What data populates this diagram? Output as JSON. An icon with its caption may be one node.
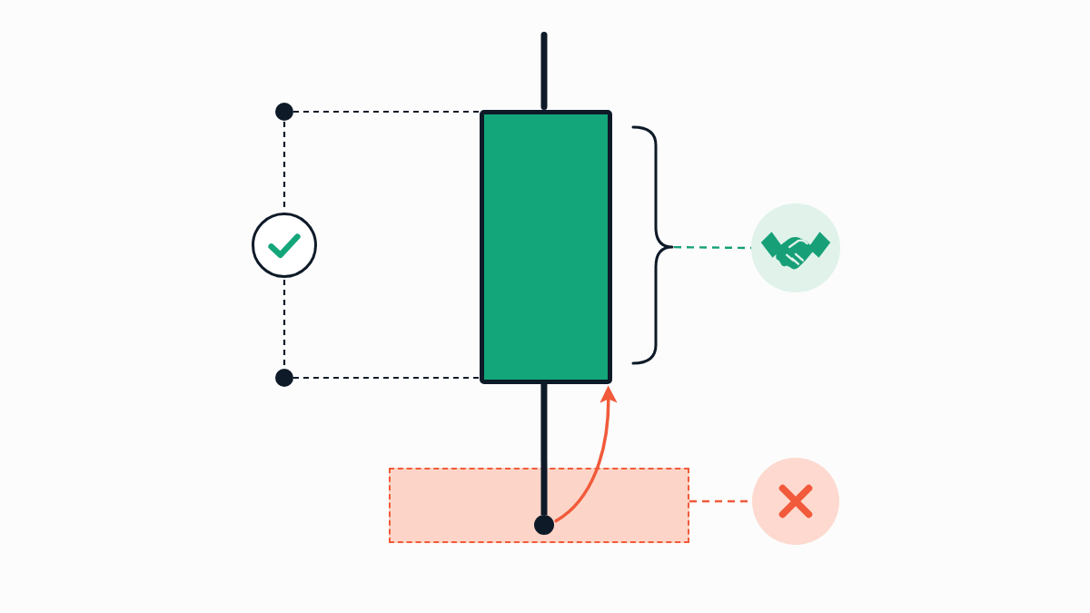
{
  "diagram": {
    "nodes": [
      {
        "text": [],
        "shape": "box"
      },
      {
        "text": [],
        "shape": "circle"
      },
      {
        "text": [],
        "shape": "bracket"
      },
      {
        "text": [],
        "shape": "picture"
      },
      {
        "text": [],
        "shape": "box"
      },
      {
        "text": [],
        "shape": "circle",
        "in": 4
      },
      {
        "text": [],
        "shape": "circle"
      }
    ],
    "edges": [
      {
        "from": 2,
        "to": 3,
        "arrow": "none",
        "style": "dashed",
        "color": "#16a077"
      },
      {
        "from": 5,
        "to": 0,
        "arrow": "to",
        "color": "#f15a3a"
      },
      {
        "from": 4,
        "to": 6,
        "arrow": "none",
        "style": "dashed",
        "color": "#f15a3a"
      },
      {
        "from": 0,
        "to": 5,
        "arrow": "none",
        "style": "thick",
        "color": "#0e1a28"
      }
    ]
  }
}
